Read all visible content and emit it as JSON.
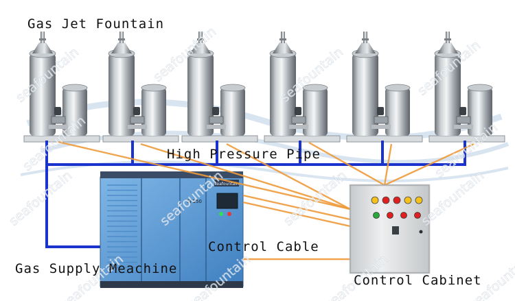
{
  "labels": {
    "gas_jet_fountain": "Gas Jet Fountain",
    "high_pressure_pipe": "High Pressure Pipe",
    "control_cable": "Control Cable",
    "gas_supply_machine": "Gas Supply Meachine",
    "control_cabinet": "Control Cabinet"
  },
  "compressor": {
    "badge": "SF150",
    "brand_strip": "seafountain"
  },
  "watermark": "seafountain",
  "colors": {
    "pipe": "#1a33cc",
    "cable": "#ee9a3a",
    "compressor_body": "#5a9fd8",
    "cabinet": "#dcdedf",
    "lamp_red": "#e02020",
    "lamp_yellow": "#f4c21a",
    "lamp_green": "#2aa83a"
  },
  "fountain_units": 6
}
